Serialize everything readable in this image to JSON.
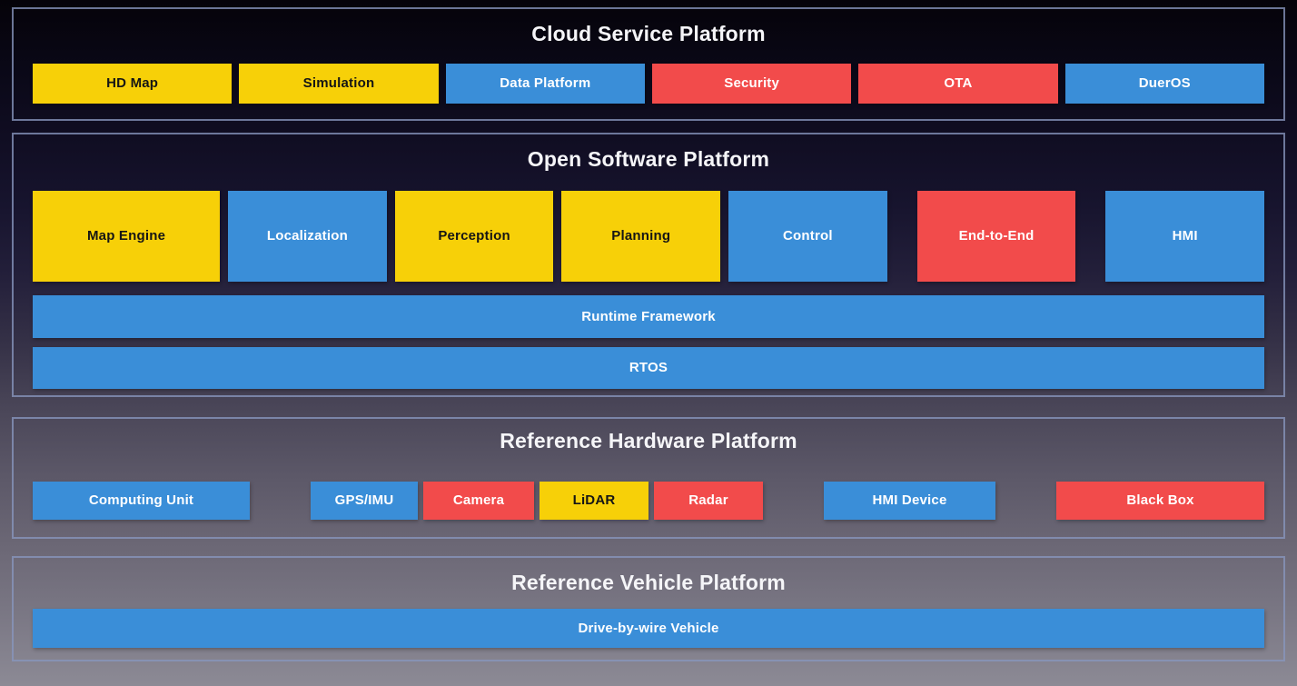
{
  "palette": {
    "yellow": "#F7D008",
    "blue": "#3A8ED8",
    "red": "#F24B4B",
    "text_dark": "#151515",
    "text_light": "#FFFFFF",
    "title_text": "#F5F5F8",
    "section_border": "#8896BE"
  },
  "sections": [
    {
      "title": "Cloud Service Platform",
      "items": [
        {
          "label": "HD Map",
          "color": "yellow"
        },
        {
          "label": "Simulation",
          "color": "yellow"
        },
        {
          "label": "Data Platform",
          "color": "blue"
        },
        {
          "label": "Security",
          "color": "red"
        },
        {
          "label": "OTA",
          "color": "red"
        },
        {
          "label": "DuerOS",
          "color": "blue"
        }
      ]
    },
    {
      "title": "Open Software Platform",
      "items": [
        {
          "label": "Map Engine",
          "color": "yellow"
        },
        {
          "label": "Localization",
          "color": "blue"
        },
        {
          "label": "Perception",
          "color": "yellow"
        },
        {
          "label": "Planning",
          "color": "yellow"
        },
        {
          "label": "Control",
          "color": "blue"
        },
        {
          "label": "End-to-End",
          "color": "red"
        },
        {
          "label": "HMI",
          "color": "blue"
        }
      ],
      "bars": [
        {
          "label": "Runtime Framework",
          "color": "blue"
        },
        {
          "label": "RTOS",
          "color": "blue"
        }
      ]
    },
    {
      "title": "Reference Hardware Platform",
      "items": [
        {
          "label": "Computing Unit",
          "color": "blue"
        },
        {
          "label": "GPS/IMU",
          "color": "blue"
        },
        {
          "label": "Camera",
          "color": "red"
        },
        {
          "label": "LiDAR",
          "color": "yellow"
        },
        {
          "label": "Radar",
          "color": "red"
        },
        {
          "label": "HMI Device",
          "color": "blue"
        },
        {
          "label": "Black Box",
          "color": "red"
        }
      ]
    },
    {
      "title": "Reference Vehicle Platform",
      "bars": [
        {
          "label": "Drive-by-wire Vehicle",
          "color": "blue"
        }
      ]
    }
  ]
}
